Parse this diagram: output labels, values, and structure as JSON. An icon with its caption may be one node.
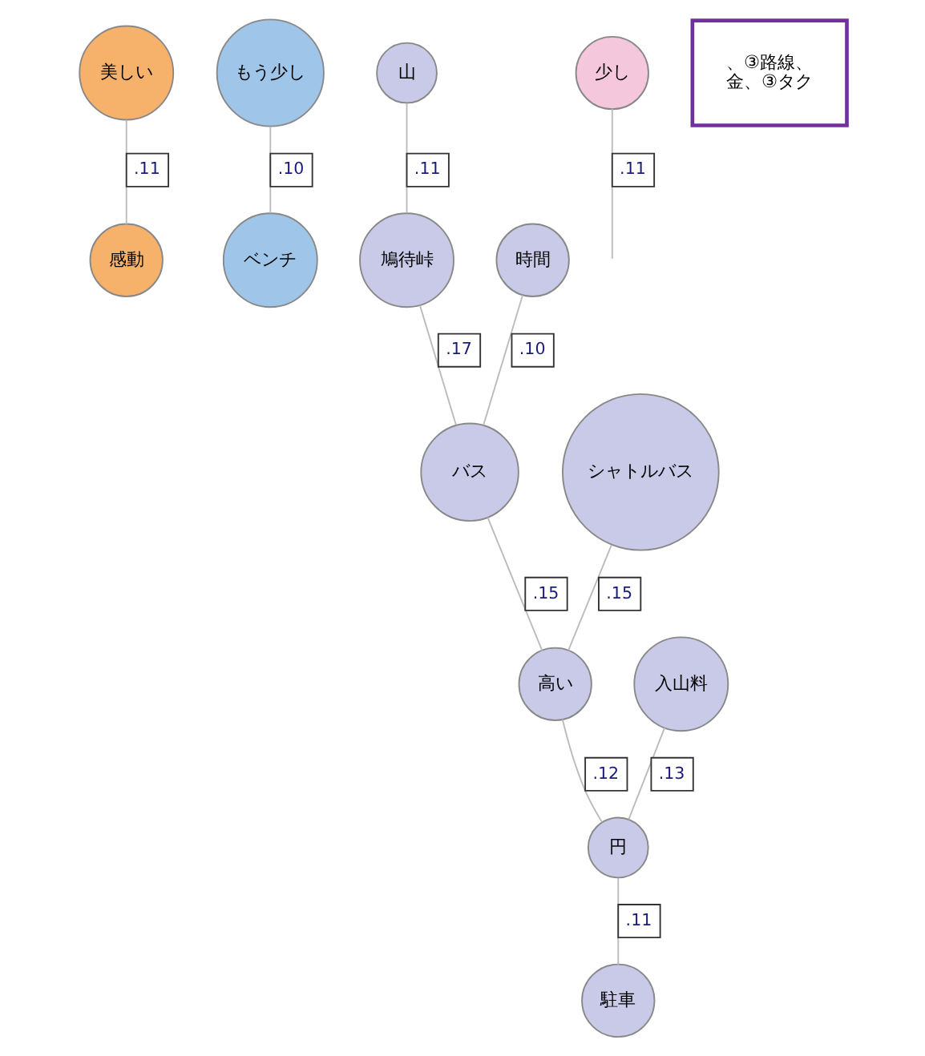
{
  "diagram": {
    "nodes": [
      {
        "text": [
          "美しい"
        ]
      },
      {
        "text": [
          "感動"
        ]
      },
      {
        "text": [
          "もう少し"
        ]
      },
      {
        "text": [
          "ベンチ"
        ]
      },
      {
        "text": [
          "山"
        ]
      },
      {
        "text": [
          "時間"
        ]
      },
      {
        "text": [
          "少し"
        ]
      },
      {
        "text": [
          "鳩待峠"
        ]
      },
      {
        "text": [
          "バス"
        ]
      },
      {
        "text": [
          "シャトルバス"
        ]
      },
      {
        "text": [
          "高い"
        ]
      },
      {
        "text": [
          "入山料"
        ]
      },
      {
        "text": [
          "円"
        ]
      },
      {
        "text": [
          "駐車"
        ]
      },
      {
        "text": [
          "、③路線、",
          "金、③タク"
        ]
      }
    ],
    "edges": [
      {
        "from": 0,
        "to": 1,
        "arrow": "none",
        "label": ".11"
      },
      {
        "from": 2,
        "to": 3,
        "arrow": "none",
        "label": ".10"
      },
      {
        "from": 4,
        "to": 7,
        "arrow": "none",
        "label": ".11"
      },
      {
        "from": 5,
        "to": 8,
        "arrow": "none",
        "label": ".10"
      },
      {
        "from": 6,
        "to": null,
        "arrow": "none",
        "label": ".11"
      },
      {
        "from": 7,
        "to": 8,
        "arrow": "none",
        "label": ".17"
      },
      {
        "from": 8,
        "to": 10,
        "arrow": "none",
        "label": ".15"
      },
      {
        "from": 9,
        "to": 10,
        "arrow": "none",
        "label": ".15"
      },
      {
        "from": 10,
        "to": 12,
        "arrow": "none",
        "label": ".12"
      },
      {
        "from": 11,
        "to": 12,
        "arrow": "none",
        "label": ".13"
      },
      {
        "from": 12,
        "to": 13,
        "arrow": "none",
        "label": ".11"
      }
    ]
  }
}
